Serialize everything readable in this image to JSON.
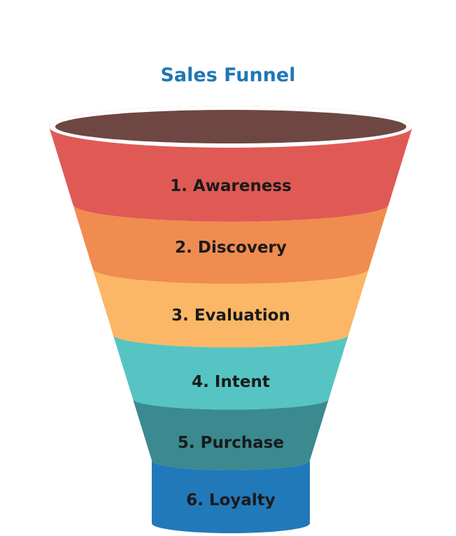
{
  "title": "Sales Funnel",
  "colors": {
    "title": "#1f78b4",
    "funnel_opening": "#6e4743",
    "rim": "#ffffff",
    "label_text": "#1a1a1a"
  },
  "stages": [
    {
      "label": "1. Awareness",
      "color": "#e05a55"
    },
    {
      "label": "2. Discovery",
      "color": "#f08c50"
    },
    {
      "label": "3. Evaluation",
      "color": "#fbb765"
    },
    {
      "label": "4. Intent",
      "color": "#56c4c3"
    },
    {
      "label": "5. Purchase",
      "color": "#3a8a8f"
    },
    {
      "label": "6. Loyalty",
      "color": "#2179b9"
    }
  ]
}
